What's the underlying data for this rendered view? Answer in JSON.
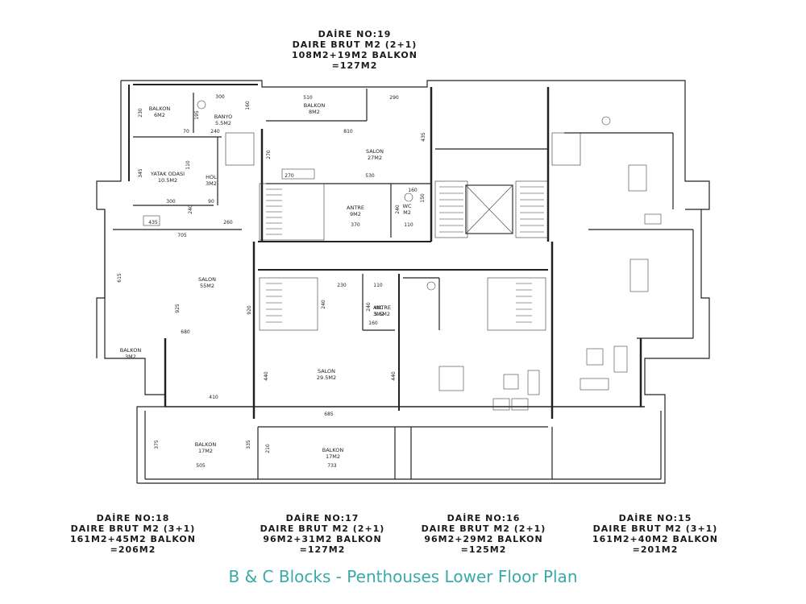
{
  "top_unit": {
    "title": "DAİRE NO:19",
    "line1": "DAIRE BRUT M2 (2+1)",
    "line2": "108M2+19M2 BALKON",
    "line3": "=127M2"
  },
  "units": [
    {
      "title": "DAİRE NO:18",
      "line1": "DAIRE BRUT M2 (3+1)",
      "line2": "161M2+45M2 BALKON",
      "line3": "=206M2"
    },
    {
      "title": "DAİRE NO:17",
      "line1": "DAIRE BRUT M2 (2+1)",
      "line2": "96M2+31M2 BALKON",
      "line3": "=127M2"
    },
    {
      "title": "DAİRE NO:16",
      "line1": "DAIRE BRUT M2 (2+1)",
      "line2": "96M2+29M2 BALKON",
      "line3": "=125M2"
    },
    {
      "title": "DAİRE NO:15",
      "line1": "DAIRE BRUT M2 (3+1)",
      "line2": "161M2+40M2 BALKON",
      "line3": "=201M2"
    }
  ],
  "rooms": [
    {
      "name": "BALKON",
      "area": "6M2"
    },
    {
      "name": "BANYO",
      "area": "5.5M2"
    },
    {
      "name": "BALKON",
      "area": "8M2"
    },
    {
      "name": "SALON",
      "area": "27M2"
    },
    {
      "name": "YATAK ODASI",
      "area": "10.5M2"
    },
    {
      "name": "HOL",
      "area": "3M2"
    },
    {
      "name": "ANTRE",
      "area": "9M2"
    },
    {
      "name": "WC",
      "area": "M2"
    },
    {
      "name": "SALON",
      "area": "55M2"
    },
    {
      "name": "ANTRE",
      "area": "5.5M2"
    },
    {
      "name": "WC",
      "area": "3M2"
    },
    {
      "name": "BALKON",
      "area": "3M2"
    },
    {
      "name": "SALON",
      "area": "29.5M2"
    },
    {
      "name": "BALKON",
      "area": "17M2"
    },
    {
      "name": "BALKON",
      "area": "17M2"
    }
  ],
  "dims": [
    "300",
    "510",
    "290",
    "230",
    "195",
    "160",
    "70",
    "240",
    "810",
    "435",
    "270",
    "110",
    "270",
    "530",
    "345",
    "300",
    "90",
    "160",
    "150",
    "240",
    "240",
    "110",
    "435",
    "260",
    "370",
    "705",
    "615",
    "925",
    "920",
    "230",
    "110",
    "240",
    "240",
    "160",
    "680",
    "440",
    "440",
    "410",
    "685",
    "375",
    "335",
    "210",
    "505",
    "733"
  ],
  "caption": "B & C Blocks - Penthouses Lower Floor Plan"
}
